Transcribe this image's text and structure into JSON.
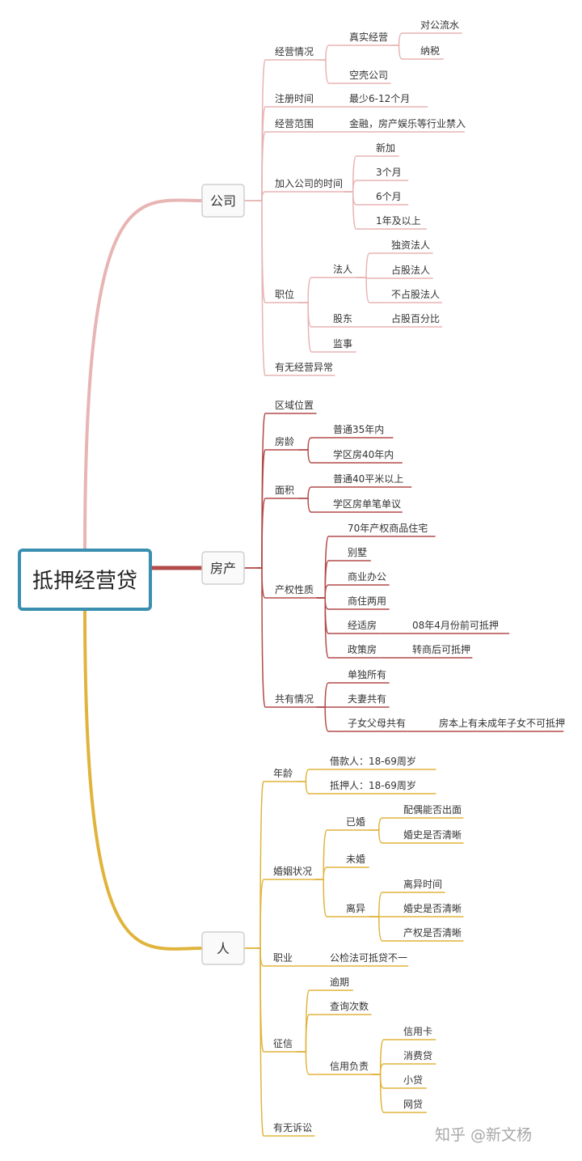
{
  "root": {
    "label": "抵押经营贷"
  },
  "branches": [
    {
      "label": "公司",
      "color": "#e8b4b4",
      "nodes": [
        {
          "label": "经营情况",
          "children": [
            {
              "label": "真实经营",
              "children": [
                {
                  "label": "对公流水"
                },
                {
                  "label": "纳税"
                }
              ]
            },
            {
              "label": "空壳公司"
            }
          ]
        },
        {
          "label": "注册时间",
          "children": [
            {
              "label": "最少6-12个月"
            }
          ]
        },
        {
          "label": "经营范围",
          "children": [
            {
              "label": "金融，房产娱乐等行业禁入"
            }
          ]
        },
        {
          "label": "加入公司的时间",
          "children": [
            {
              "label": "新加"
            },
            {
              "label": "3个月"
            },
            {
              "label": "6个月"
            },
            {
              "label": "1年及以上"
            }
          ]
        },
        {
          "label": "职位",
          "children": [
            {
              "label": "法人",
              "children": [
                {
                  "label": "独资法人"
                },
                {
                  "label": "占股法人"
                },
                {
                  "label": "不占股法人"
                }
              ]
            },
            {
              "label": "股东",
              "children": [
                {
                  "label": "占股百分比"
                }
              ]
            },
            {
              "label": "监事"
            }
          ]
        },
        {
          "label": "有无经营异常"
        }
      ]
    },
    {
      "label": "房产",
      "color": "#b34a4a",
      "nodes": [
        {
          "label": "区域位置"
        },
        {
          "label": "房龄",
          "children": [
            {
              "label": "普通35年内"
            },
            {
              "label": "学区房40年内"
            }
          ]
        },
        {
          "label": "面积",
          "children": [
            {
              "label": "普通40平米以上"
            },
            {
              "label": "学区房单笔单议"
            }
          ]
        },
        {
          "label": "产权性质",
          "children": [
            {
              "label": "70年产权商品住宅"
            },
            {
              "label": "别墅"
            },
            {
              "label": "商业办公"
            },
            {
              "label": "商住两用"
            },
            {
              "label": "经适房",
              "children": [
                {
                  "label": "08年4月份前可抵押"
                }
              ]
            },
            {
              "label": "政策房",
              "children": [
                {
                  "label": "转商后可抵押"
                }
              ]
            }
          ]
        },
        {
          "label": "共有情况",
          "children": [
            {
              "label": "单独所有"
            },
            {
              "label": "夫妻共有"
            },
            {
              "label": "子女父母共有",
              "children": [
                {
                  "label": "房本上有未成年子女不可抵押"
                }
              ]
            }
          ]
        }
      ]
    },
    {
      "label": "人",
      "color": "#e0b43c",
      "nodes": [
        {
          "label": "年龄",
          "children": [
            {
              "label": "借款人：18-69周岁"
            },
            {
              "label": "抵押人：18-69周岁"
            }
          ]
        },
        {
          "label": "婚姻状况",
          "children": [
            {
              "label": "已婚",
              "children": [
                {
                  "label": "配偶能否出面"
                },
                {
                  "label": "婚史是否清晰"
                }
              ]
            },
            {
              "label": "未婚"
            },
            {
              "label": "离异",
              "children": [
                {
                  "label": "离异时间"
                },
                {
                  "label": "婚史是否清晰"
                },
                {
                  "label": "产权是否清晰"
                }
              ]
            }
          ]
        },
        {
          "label": "职业",
          "children": [
            {
              "label": "公检法可抵贷不一"
            }
          ]
        },
        {
          "label": "征信",
          "children": [
            {
              "label": "逾期"
            },
            {
              "label": "查询次数"
            },
            {
              "label": "信用负责",
              "children": [
                {
                  "label": "信用卡"
                },
                {
                  "label": "消费贷"
                },
                {
                  "label": "小贷"
                },
                {
                  "label": "网贷"
                }
              ]
            }
          ]
        },
        {
          "label": "有无诉讼"
        }
      ]
    }
  ],
  "watermark": "知乎 @新文杨"
}
